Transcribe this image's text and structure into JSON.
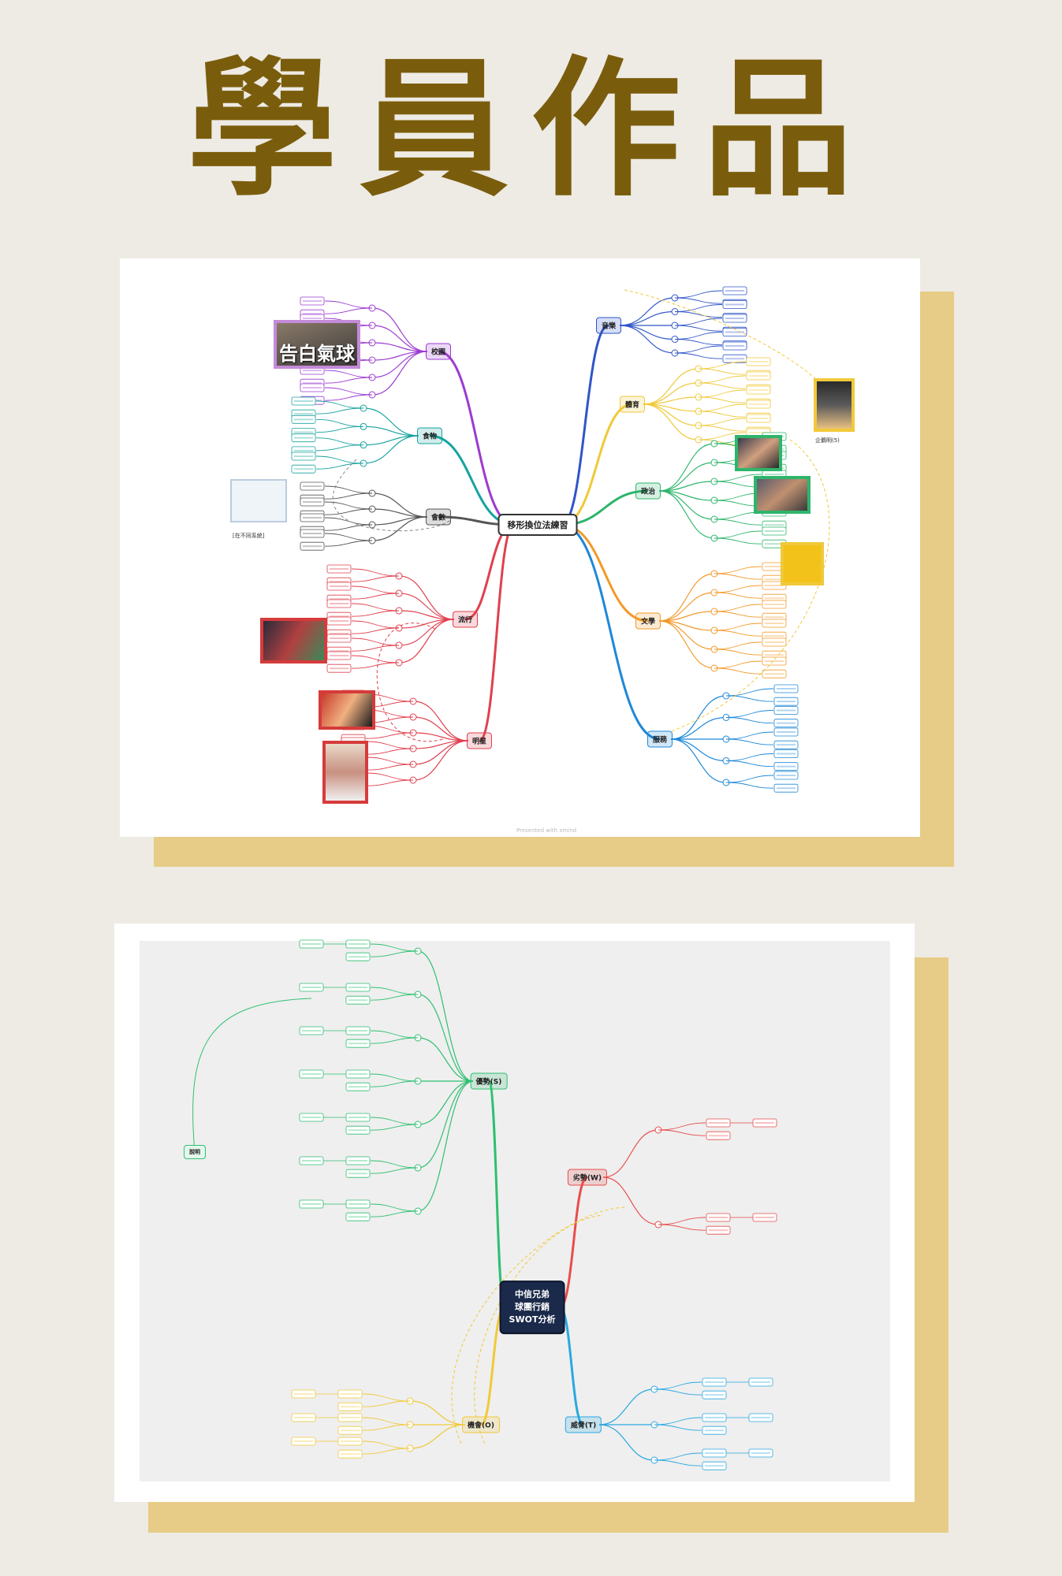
{
  "page": {
    "title": "學員作品",
    "title_color": "#7a5d0c",
    "background": "#eeebe5",
    "shadow_color": "#e6cc86"
  },
  "mindmap1": {
    "center": "移形換位法練習",
    "photo_caption": "告白氣球",
    "box_label": "[在不同系統]",
    "image_label": "企鵝明(5)",
    "footer": "Presented with xmind",
    "branches": [
      {
        "label": "音樂",
        "color": "#2f55c8"
      },
      {
        "label": "體育",
        "color": "#f0c93a"
      },
      {
        "label": "政治",
        "color": "#2eb56c"
      },
      {
        "label": "文學",
        "color": "#f29a2a"
      },
      {
        "label": "服務",
        "color": "#1e88d8"
      },
      {
        "label": "校園",
        "color": "#9b3bd0"
      },
      {
        "label": "食物",
        "color": "#17a3a0"
      },
      {
        "label": "會數",
        "color": "#555555"
      },
      {
        "label": "流行",
        "color": "#e0404e"
      },
      {
        "label": "明星",
        "color": "#e0404e"
      }
    ]
  },
  "mindmap2": {
    "center": "中信兄弟\n球團行銷\nSWOT分析",
    "branches": [
      {
        "label": "優勢(S)",
        "color": "#2fbf71"
      },
      {
        "label": "劣勢(W)",
        "color": "#e84c4c"
      },
      {
        "label": "機會(O)",
        "color": "#f0c93a"
      },
      {
        "label": "威脅(T)",
        "color": "#2aa8e0"
      }
    ],
    "side_label": "說明"
  }
}
